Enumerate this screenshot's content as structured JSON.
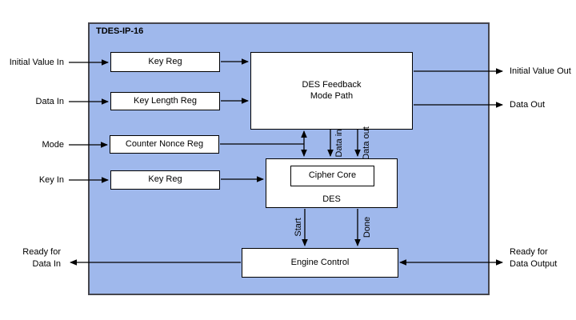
{
  "diagram": {
    "title": "TDES-IP-16",
    "blocks": {
      "key_reg_1": "Key Reg",
      "key_length_reg": "Key Length Reg",
      "counter_nonce_reg": "Counter Nonce Reg",
      "key_reg_2": "Key Reg",
      "feedback_line1": "DES Feedback",
      "feedback_line2": "Mode Path",
      "cipher_core": "Cipher Core",
      "des": "DES",
      "engine_control": "Engine Control"
    },
    "ports": {
      "left": [
        "Initial Value In",
        "Data In",
        "Mode",
        "Key In"
      ],
      "left_bottom_line1": "Ready for",
      "left_bottom_line2": "Data In",
      "right": [
        "Initial Value Out",
        "Data Out"
      ],
      "right_bottom_line1": "Ready for",
      "right_bottom_line2": "Data Output"
    },
    "signals": {
      "data_in": "Data in",
      "data_out": "Data out",
      "start": "Start",
      "done": "Done"
    },
    "colors": {
      "container_fill": "#9fb8ec",
      "container_border": "#46464e",
      "block_fill": "#ffffff",
      "block_border": "#000000",
      "line": "#000000"
    }
  }
}
